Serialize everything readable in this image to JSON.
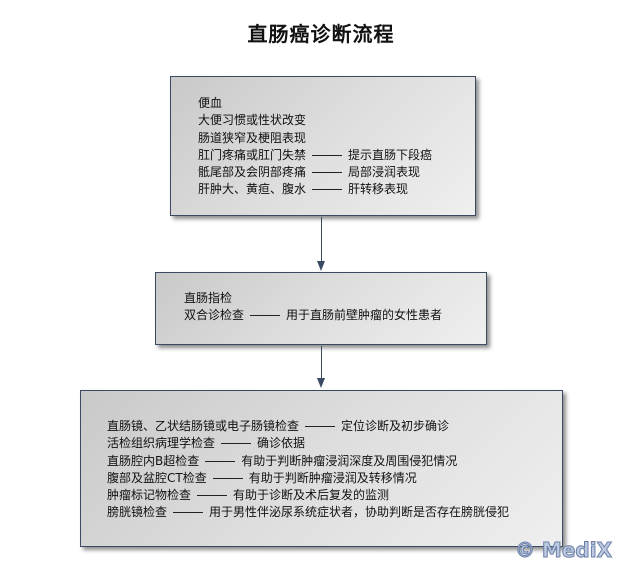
{
  "title": "直肠癌诊断流程",
  "box1": {
    "lines": [
      {
        "text": "便血"
      },
      {
        "text": "大便习惯或性状改变"
      },
      {
        "text": "肠道狭窄及梗阻表现"
      },
      {
        "text": "肛门疼痛或肛门失禁",
        "note": "提示直肠下段癌"
      },
      {
        "text": "骶尾部及会阴部疼痛",
        "note": "局部浸润表现"
      },
      {
        "text": "肝肿大、黄疸、腹水",
        "note": "肝转移表现"
      }
    ]
  },
  "box2": {
    "lines": [
      {
        "text": "直肠指检"
      },
      {
        "text": "双合诊检查",
        "note": "用于直肠前壁肿瘤的女性患者"
      }
    ]
  },
  "box3": {
    "lines": [
      {
        "text": "直肠镜、乙状结肠镜或电子肠镜检查",
        "note": "定位诊断及初步确诊"
      },
      {
        "text": "活检组织病理学检查",
        "note": "确诊依据"
      },
      {
        "text": "直肠腔内B超检查",
        "note": "有助于判断肿瘤浸润深度及周围侵犯情况"
      },
      {
        "text": "腹部及盆腔CT检查",
        "note": "有助于判断肿瘤浸润及转移情况"
      },
      {
        "text": "肿瘤标记物检查",
        "note": "有助于诊断及术后复发的监测"
      },
      {
        "text": "膀胱镜检查",
        "note": "用于男性伴泌尿系统症状者，协助判断是否存在膀胱侵犯"
      }
    ]
  },
  "watermark": "© MediX"
}
